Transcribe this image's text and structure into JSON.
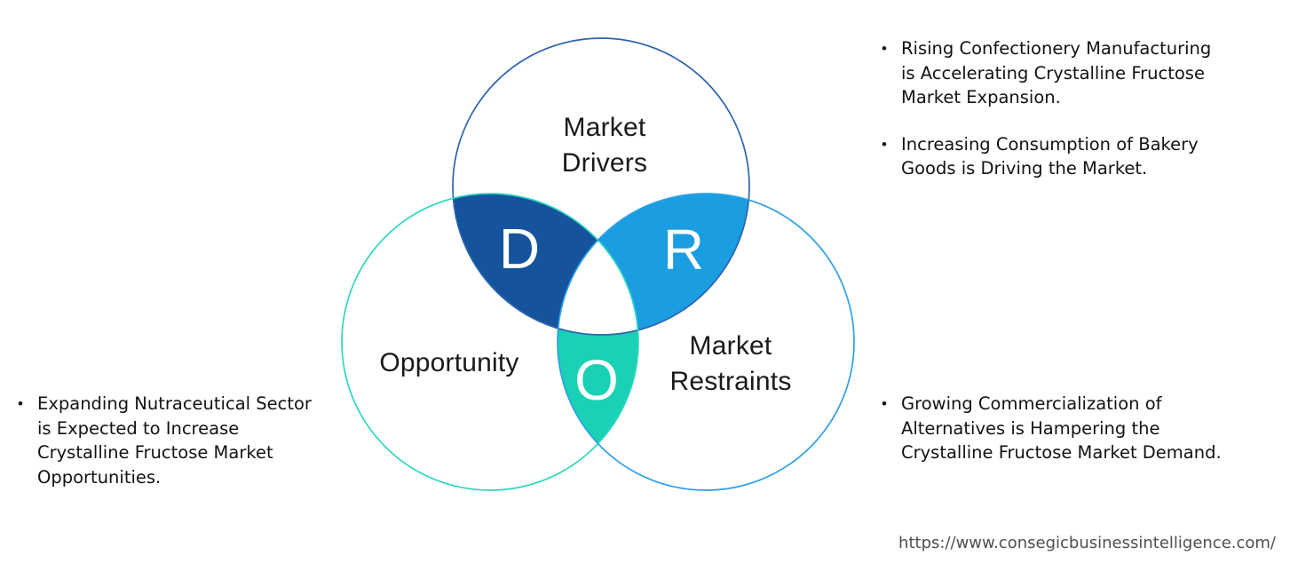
{
  "venn": {
    "drivers": {
      "label": "Market\nDrivers",
      "letter": "D",
      "stroke": "#2c63ae",
      "fill": "#15549d"
    },
    "opportunity": {
      "label": "Opportunity",
      "letter": "O",
      "stroke": "#2fd7c0",
      "fill": "#19d1b4"
    },
    "restraints": {
      "label": "Market\nRestraints",
      "letter": "R",
      "stroke": "#2ea0e6",
      "fill": "#1b9de2"
    },
    "center_fill": "#ffffff"
  },
  "bullets": {
    "left": {
      "items": [
        "Expanding Nutraceutical Sector\nis Expected to Increase\nCrystalline Fructose Market\nOpportunities."
      ]
    },
    "right_top": {
      "items": [
        "Rising Confectionery Manufacturing\nis Accelerating Crystalline Fructose\nMarket Expansion.",
        "Increasing Consumption of Bakery\nGoods is Driving the Market."
      ]
    },
    "right_bottom": {
      "items": [
        "Growing Commercialization of\nAlternatives is Hampering the\nCrystalline Fructose Market Demand."
      ]
    }
  },
  "ui": {
    "bullet_marker": "•"
  },
  "footer": {
    "url": "https://www.consegicbusinessintelligence.com/"
  }
}
